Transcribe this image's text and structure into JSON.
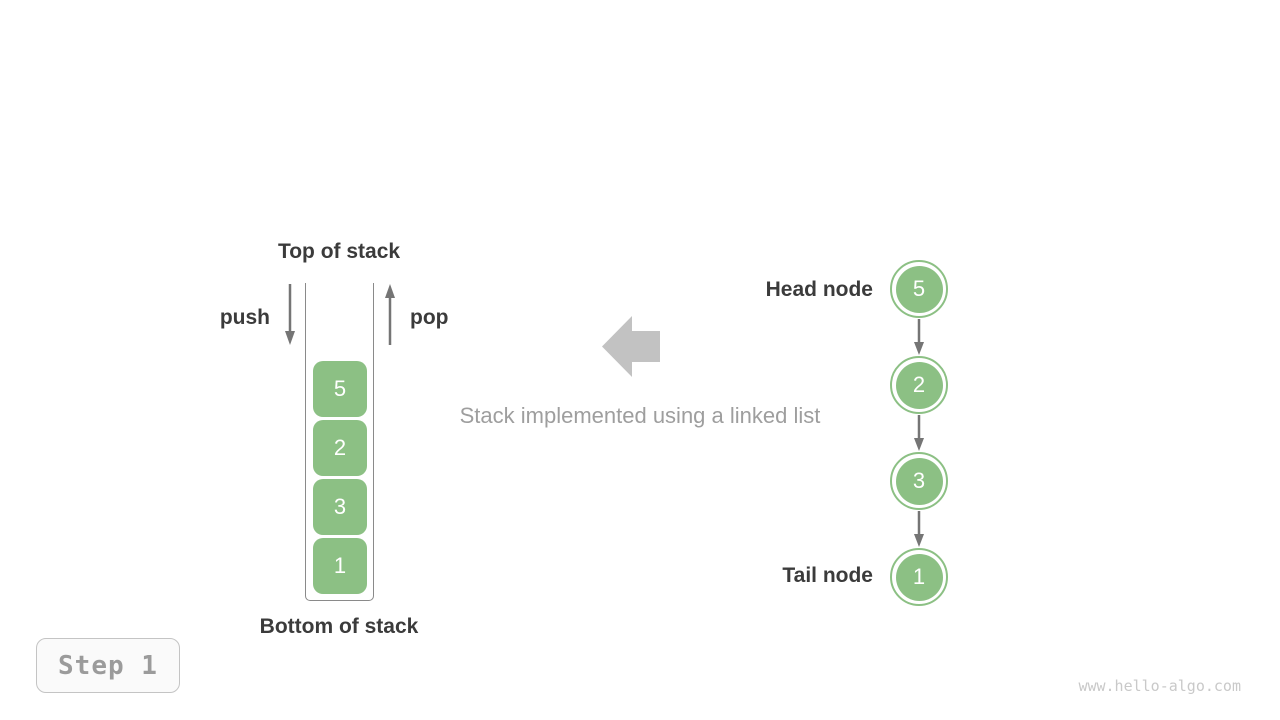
{
  "figure": {
    "stack": {
      "top_label": "Top of stack",
      "bottom_label": "Bottom of stack",
      "push_label": "push",
      "pop_label": "pop",
      "items": [
        "5",
        "2",
        "3",
        "1"
      ]
    },
    "middle": {
      "caption": "Stack implemented using a linked list",
      "arrow_icon": "left-block-arrow"
    },
    "linked_list": {
      "head_label": "Head node",
      "tail_label": "Tail node",
      "nodes": [
        "5",
        "2",
        "3",
        "1"
      ]
    }
  },
  "footer": {
    "step_label": "Step 1",
    "watermark": "www.hello-algo.com"
  },
  "colors": {
    "green": "#8CC084",
    "dark_text": "#3B3B3B",
    "muted_text": "#9E9E9E",
    "arrow_gray": "#757575",
    "block_arrow": "#C2C2C2",
    "container_border": "#8A8A8A",
    "badge_border": "#C4C4C4",
    "badge_bg": "#FAFAFA",
    "badge_text": "#9B9B9B",
    "watermark_text": "#C9C9C9"
  }
}
